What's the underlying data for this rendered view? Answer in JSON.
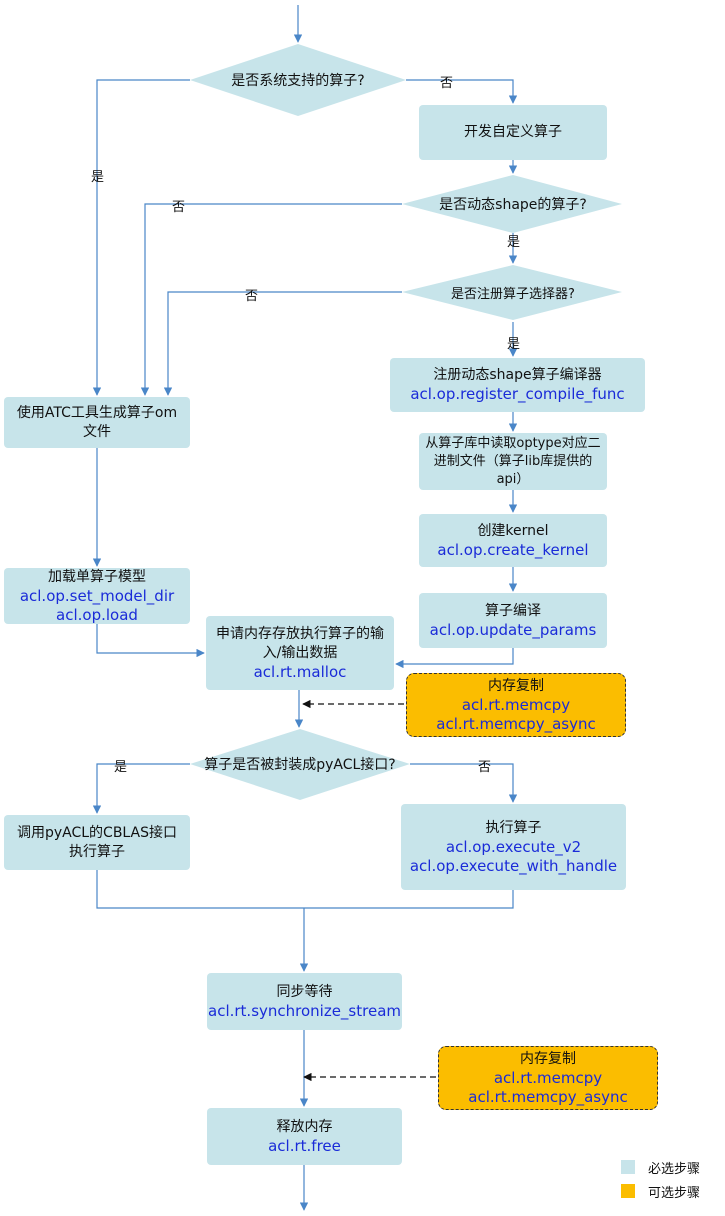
{
  "nodes": {
    "d1": "是否系统支持的算子?",
    "custom_op": "开发自定义算子",
    "d2": "是否动态shape的算子?",
    "d3": "是否注册算子选择器?",
    "register_compile": {
      "title": "注册动态shape算子编译器",
      "api": "acl.op.register_compile_func"
    },
    "read_lib": "从算子库中读取optype对应二进制文件（算子lib库提供的api）",
    "create_kernel": {
      "title": "创建kernel",
      "api": "acl.op.create_kernel"
    },
    "compile": {
      "title": "算子编译",
      "api": "acl.op.update_params"
    },
    "atc": "使用ATC工具生成算子om文件",
    "load_model": {
      "title": "加载单算子模型",
      "api1": "acl.op.set_model_dir",
      "api2": "acl.op.load"
    },
    "malloc": {
      "title": "申请内存存放执行算子的输入/输出数据",
      "api": "acl.rt.malloc"
    },
    "memcpy1": {
      "title": "内存复制",
      "api1": "acl.rt.memcpy",
      "api2": "acl.rt.memcpy_async"
    },
    "d4": "算子是否被封装成pyACL接口?",
    "cblas": "调用pyACL的CBLAS接口执行算子",
    "execute": {
      "title": "执行算子",
      "api1": "acl.op.execute_v2",
      "api2": "acl.op.execute_with_handle"
    },
    "sync": {
      "title": "同步等待",
      "api": "acl.rt.synchronize_stream"
    },
    "memcpy2": {
      "title": "内存复制",
      "api1": "acl.rt.memcpy",
      "api2": "acl.rt.memcpy_async"
    },
    "free": {
      "title": "释放内存",
      "api": "acl.rt.free"
    }
  },
  "edge_labels": {
    "d1_yes": "是",
    "d1_no": "否",
    "d2_yes": "是",
    "d2_no": "否",
    "d3_yes": "是",
    "d3_no": "否",
    "d4_yes": "是",
    "d4_no": "否"
  },
  "legend": {
    "required": "必选步骤",
    "optional": "可选步骤"
  },
  "colors": {
    "required_fill": "#c7e4ea",
    "optional_fill": "#fbbd00",
    "connector": "#4a86c8",
    "api_text": "#1a2bd8"
  }
}
